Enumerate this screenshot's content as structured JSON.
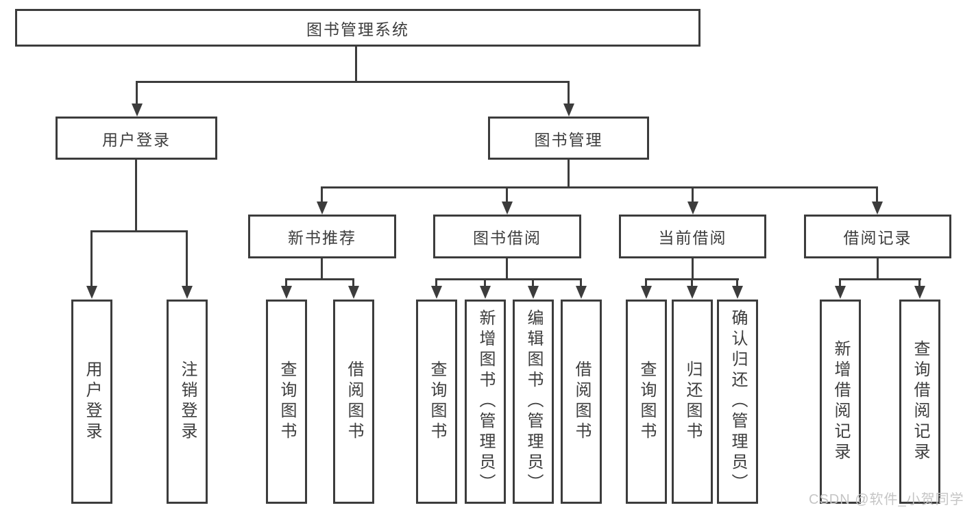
{
  "title": "图书管理系统",
  "watermark": {
    "text": "CSDN @软件_小贺同学"
  },
  "colors": {
    "line": "#3c3c3c",
    "text": "#3d3d3d",
    "bg": "#ffffff",
    "watermark": "#c5c5c5"
  },
  "tree": {
    "root": {
      "label": "图书管理系统"
    },
    "children": [
      {
        "label": "用户登录",
        "children": [
          {
            "label": "用户登录"
          },
          {
            "label": "注销登录"
          }
        ]
      },
      {
        "label": "图书管理",
        "children": [
          {
            "label": "新书推荐",
            "children": [
              {
                "label": "查询图书"
              },
              {
                "label": "借阅图书"
              }
            ]
          },
          {
            "label": "图书借阅",
            "children": [
              {
                "label": "查询图书"
              },
              {
                "label": "新增图书（管理员）"
              },
              {
                "label": "编辑图书（管理员）"
              },
              {
                "label": "借阅图书"
              }
            ]
          },
          {
            "label": "当前借阅",
            "children": [
              {
                "label": "查询图书"
              },
              {
                "label": "归还图书"
              },
              {
                "label": "确认归还（管理员）"
              }
            ]
          },
          {
            "label": "借阅记录",
            "children": [
              {
                "label": "新增借阅记录"
              },
              {
                "label": "查询借阅记录"
              }
            ]
          }
        ]
      }
    ]
  }
}
